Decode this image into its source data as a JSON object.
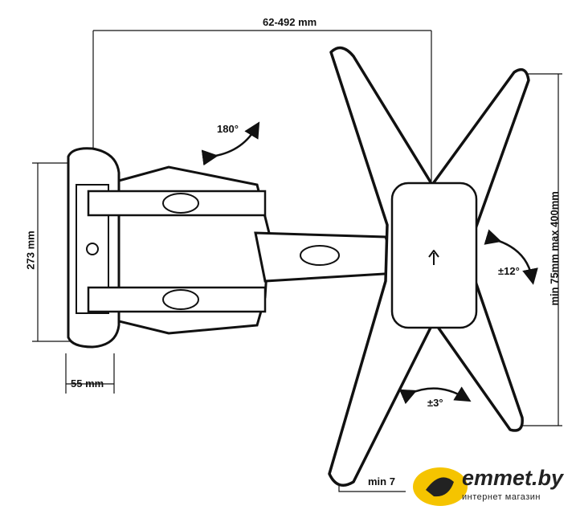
{
  "dimensions": {
    "width_extension": "62-492 mm",
    "wall_plate_height": "273 mm",
    "wall_plate_depth": "55 mm",
    "vesa_range": "min 75mm max 400mm",
    "min_depth": "min 7"
  },
  "rotations": {
    "swivel": "180°",
    "tilt": "±12°",
    "level": "±3°"
  },
  "logo": {
    "brand": "emmet.by",
    "tagline": "интернет магазин"
  }
}
